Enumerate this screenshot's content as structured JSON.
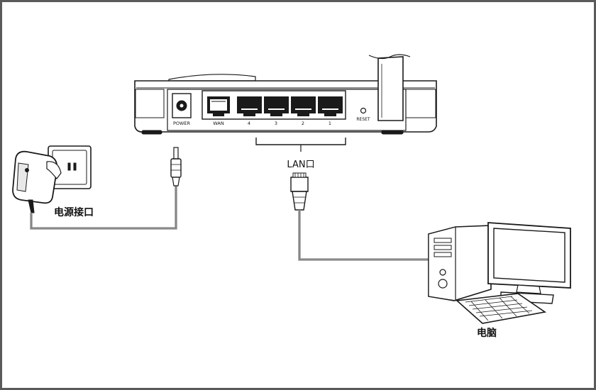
{
  "router": {
    "ports": {
      "power": "POWER",
      "wan": "WAN",
      "lan4": "4",
      "lan3": "3",
      "lan2": "2",
      "lan1": "1",
      "reset": "RESET"
    }
  },
  "labels": {
    "lan_port": "LAN口",
    "power_port": "电源接口",
    "computer": "电脑"
  },
  "colors": {
    "line": "#1a1a1a",
    "cable": "#9a9a9a",
    "frame": "#5a5a5a"
  }
}
